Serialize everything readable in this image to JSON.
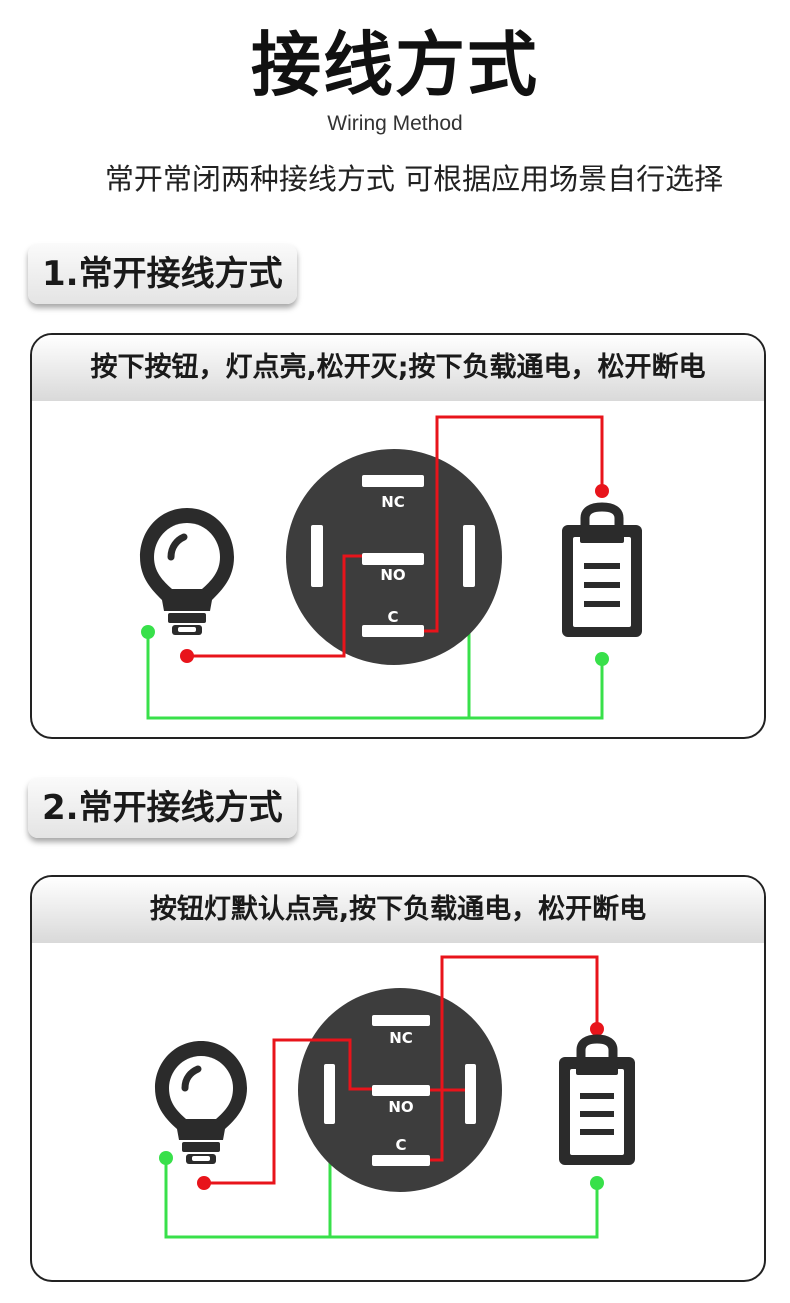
{
  "header": {
    "title": "接线方式",
    "subtitle": "Wiring Method",
    "description": "常开常闭两种接线方式 可根据应用场景自行选择"
  },
  "sections": [
    {
      "label": "1.常开接线方式",
      "caption": "按下按钮，灯点亮,松开灭;按下负载通电，松开断电",
      "pins": {
        "nc": "NC",
        "no": "NO",
        "c": "C"
      }
    },
    {
      "label": "2.常开接线方式",
      "caption": "按钮灯默认点亮,按下负载通电，松开断电",
      "pins": {
        "nc": "NC",
        "no": "NO",
        "c": "C"
      }
    }
  ],
  "colors": {
    "wire_red": "#e8141b",
    "wire_green": "#38e04a",
    "switch_body": "#3d3d3d",
    "icon_dark": "#2b2b2b"
  },
  "icons": [
    "light-bulb-icon",
    "load-device-icon"
  ]
}
